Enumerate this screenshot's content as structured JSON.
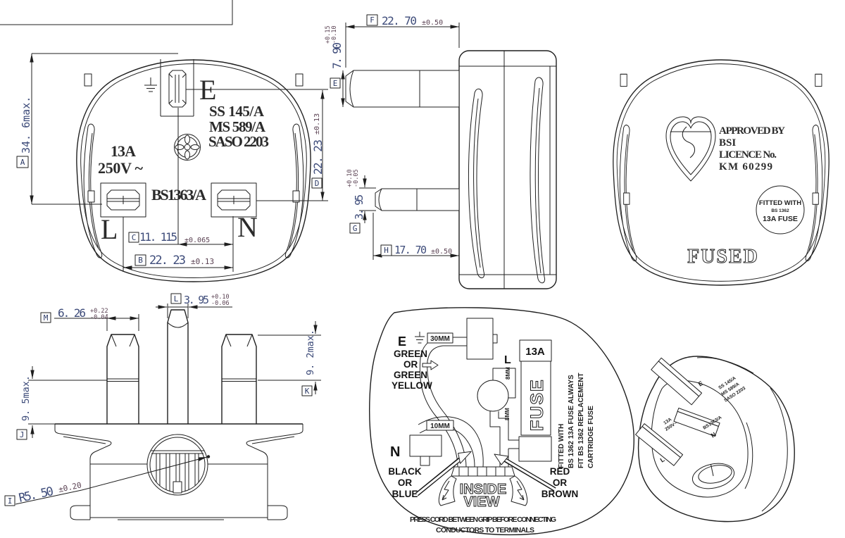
{
  "front": {
    "label_a": "A",
    "dim_a": "34. 6max.",
    "label_b": "B",
    "dim_b": "22. 23",
    "tol_b": "±0.13",
    "label_c": "C",
    "dim_c": "11. 115",
    "tol_c": "±0.065",
    "label_d": "D",
    "dim_d": "22. 23",
    "tol_d": "±0.13",
    "amps": "13A",
    "volts": "250V ~",
    "std1": "SS 145/A",
    "std2": "MS 589/A",
    "std3": "SASO 2203",
    "bs": "BS1363/A",
    "e": "E",
    "l": "L",
    "n": "N"
  },
  "side": {
    "label_e": "E",
    "dim_e": "7. 90",
    "tol_e_p": "+0.15",
    "tol_e_m": "-0.10",
    "label_f": "F",
    "dim_f": "22. 70",
    "tol_f": "±0.50",
    "label_g": "G",
    "dim_g": "3. 95",
    "tol_g_p": "+0.10",
    "tol_g_m": "-0.05",
    "label_h": "H",
    "dim_h": "17. 70",
    "tol_h": "±0.50"
  },
  "back": {
    "approved1": "APPROVED BY",
    "approved2": "BSI",
    "approved3": "LICENCE No.",
    "approved4": "KM 60299",
    "fitted1": "FITTED WITH",
    "fitted2": "BS 1362",
    "fitted3": "13A FUSE",
    "fused": "FUSED"
  },
  "bottom": {
    "label_m": "M",
    "dim_m": "6. 26",
    "tol_m_p": "+0.22",
    "tol_m_m": "-0.04",
    "label_l": "L",
    "dim_l": "3. 95",
    "tol_l_p": "+0.10",
    "tol_l_m": "-0.06",
    "label_k": "K",
    "dim_k": "9. 2max.",
    "label_j": "J",
    "dim_j": "9. 5max.",
    "label_i": "I",
    "dim_i": "R5. 50",
    "tol_i": "±0.20"
  },
  "inside": {
    "e": "E",
    "green1": "GREEN",
    "green2": "OR",
    "green3": "GREEN",
    "green4": "YELLOW",
    "mm30": "30MM",
    "mm10": "10MM",
    "mm8a": "8MM",
    "mm8b": "8MM",
    "l": "L",
    "n": "N",
    "amps": "13A",
    "fuse": "FUSE",
    "note1": "FITTED WITH",
    "note2": "BS 1362 13A FUSE ALWAYS",
    "note3": "FIT BS 1362 REPLACEMENT",
    "note4": "CARTRIDGE FUSE",
    "black1": "BLACK",
    "black2": "OR",
    "black3": "BLUE",
    "red1": "RED",
    "red2": "OR",
    "red3": "BROWN",
    "title1": "INSIDE",
    "title2": "VIEW",
    "press1": "PRESS CORD BETWEEN GRIP BEFORE CONNECTING",
    "press2": "CONDUCTORS TO TERMINALS"
  },
  "iso": {
    "e": "E",
    "n": "N",
    "l": "L",
    "m1": "SS 145/A",
    "m2": "MS 589/A",
    "m3": "SASO 2203",
    "m4": "13A",
    "m5": "250V~",
    "m6": "BS1363/A"
  },
  "colors": {
    "line": "#1f1f1f",
    "dim_value": "#3e4c7a",
    "dim_tol": "#5a4152",
    "dim_label": "#2c3a66",
    "background": "#ffffff"
  }
}
